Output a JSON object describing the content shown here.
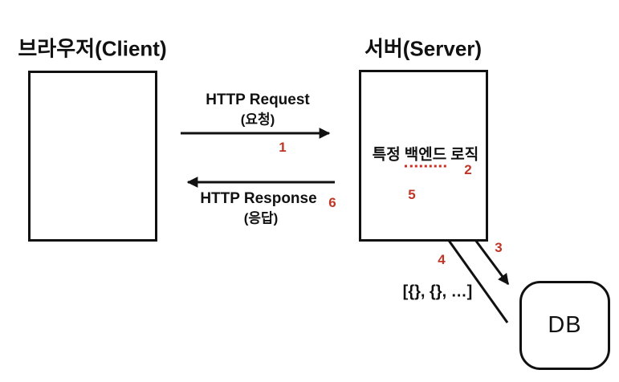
{
  "client": {
    "title": "브라우저(Client)"
  },
  "server": {
    "title": "서버(Server)",
    "logic": {
      "before": "특정",
      "underlined": "백엔드",
      "after": "로직"
    }
  },
  "db": {
    "label": "DB"
  },
  "flow": {
    "request": {
      "label": "HTTP Request",
      "sublabel": "(요청)",
      "step": "1"
    },
    "server_logic_step": "2",
    "db_query_step": "3",
    "db_result_step": "4",
    "db_result_data": "[{}, {}, …]",
    "server_receive_step": "5",
    "response": {
      "label": "HTTP Response",
      "sublabel": "(응답)",
      "step": "6"
    }
  },
  "colors": {
    "step_red": "#bf3626",
    "underline_red": "#cc2f1f",
    "stroke_black": "#111111",
    "background": "#ffffff"
  }
}
